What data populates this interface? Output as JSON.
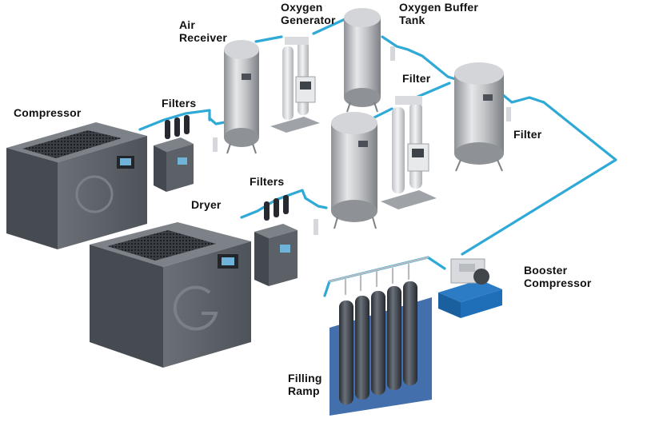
{
  "labels": {
    "compressor": "Compressor",
    "filters_top": "Filters",
    "air_receiver": [
      "Air",
      "Receiver"
    ],
    "oxygen_generator": [
      "Oxygen",
      "Generator"
    ],
    "oxygen_buffer_tank": [
      "Oxygen Buffer",
      "Tank"
    ],
    "filter_mid": "Filter",
    "filter_right": "Filter",
    "filters_bottom": "Filters",
    "dryer": "Dryer",
    "booster_compressor": [
      "Booster",
      "Compressor"
    ],
    "filling_ramp": [
      "Filling",
      "Ramp"
    ]
  },
  "colors": {
    "pipe": "#2fa9d6",
    "cabinet": "#5c6168",
    "tank": "#c9cbce",
    "booster_base": "#1f6fb8",
    "cylinder": "#3a3f46"
  }
}
